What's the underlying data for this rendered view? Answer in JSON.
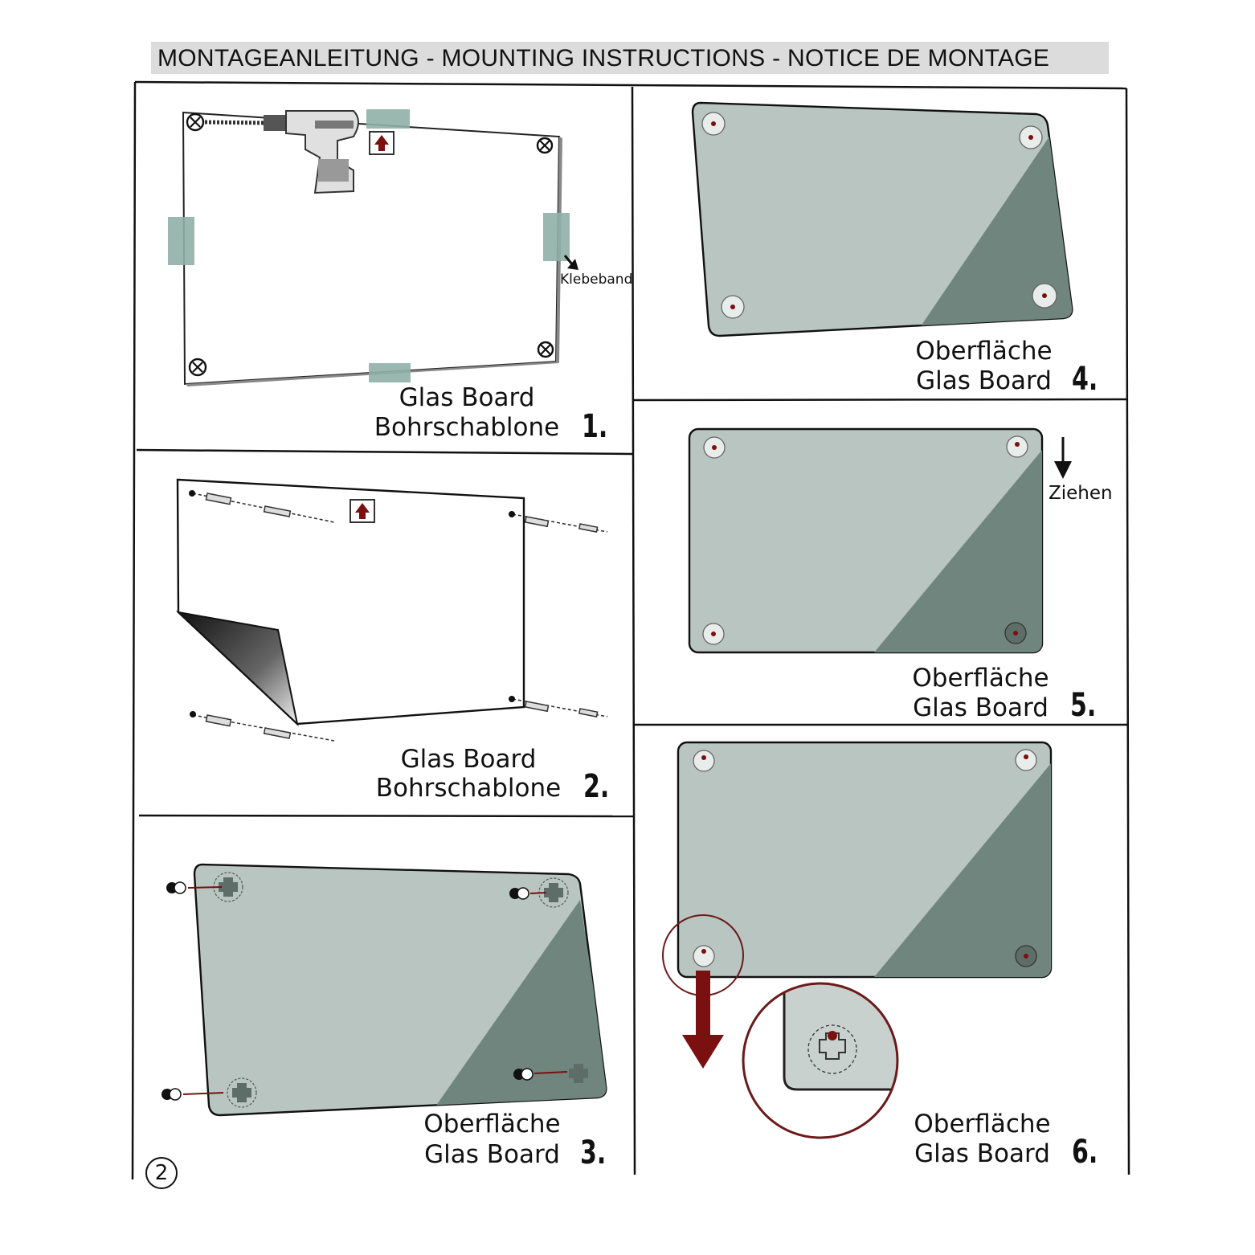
{
  "header": {
    "title": "MONTAGEANLEITUNG - MOUNTING INSTRUCTIONS - NOTICE DE MONTAGE"
  },
  "steps": [
    {
      "line1": "Glas Board",
      "line2": "Bohrschablone",
      "number": "1.",
      "extra_label": "Klebeband"
    },
    {
      "line1": "Glas Board",
      "line2": "Bohrschablone",
      "number": "2."
    },
    {
      "line1": "Oberfläche",
      "line2": "Glas Board",
      "number": "3."
    },
    {
      "line1": "Oberfläche",
      "line2": "Glas Board",
      "number": "4."
    },
    {
      "line1": "Oberfläche",
      "line2": "Glas Board",
      "number": "5.",
      "extra_label": "Ziehen"
    },
    {
      "line1": "Oberfläche",
      "line2": "Glas Board",
      "number": "6."
    }
  ],
  "footer": {
    "page_number": "2"
  },
  "colors": {
    "glass_light": "#b9c5c1",
    "glass_dark": "#6f857e",
    "tape": "#8fb0a6",
    "accent_red": "#7a1010",
    "ink": "#111111"
  }
}
